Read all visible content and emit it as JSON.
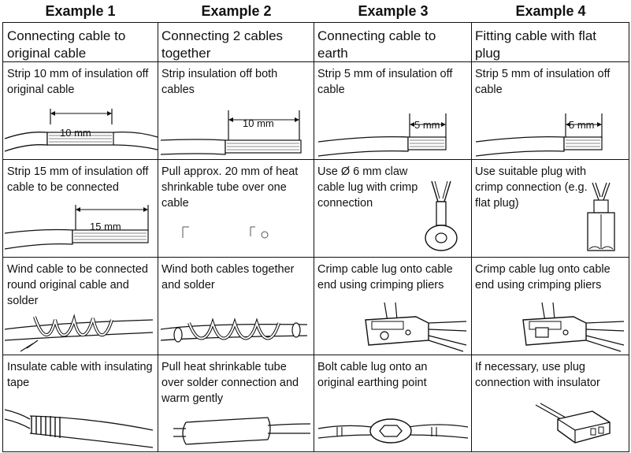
{
  "headers": [
    "Example 1",
    "Example 2",
    "Example 3",
    "Example 4"
  ],
  "titles": [
    "Connecting cable to original cable",
    "Connecting 2 cables together",
    "Connecting cable to earth",
    "Fitting cable with flat plug"
  ],
  "steps": [
    [
      {
        "text": "Strip 10 mm of insulation off original cable",
        "measure": "10 mm"
      },
      {
        "text": "Strip 15 mm of insulation off cable to be connected",
        "measure": "15 mm"
      },
      {
        "text": "Wind cable to be connected round original cable and solder"
      },
      {
        "text": "Insulate cable with insulating tape"
      }
    ],
    [
      {
        "text": "Strip insulation off both cables",
        "measure": "10 mm"
      },
      {
        "text": "Pull approx. 20 mm of heat shrinkable tube over one cable"
      },
      {
        "text": "Wind both cables together and solder"
      },
      {
        "text": "Pull heat shrinkable tube over solder connection and warm gently"
      }
    ],
    [
      {
        "text": "Strip 5 mm of insulation off cable",
        "measure": "5 mm"
      },
      {
        "text": "Use Ø 6 mm claw cable lug with crimp connection"
      },
      {
        "text": "Crimp cable lug onto cable end using crimping pliers"
      },
      {
        "text": "Bolt cable lug onto an original earthing point"
      }
    ],
    [
      {
        "text": "Strip 5 mm of insulation off cable",
        "measure": "5 mm"
      },
      {
        "text": "Use suitable plug with crimp connection (e.g. flat plug)"
      },
      {
        "text": "Crimp cable lug onto cable end using crimping pliers"
      },
      {
        "text": "If necessary, use plug connection with insulator"
      }
    ]
  ]
}
